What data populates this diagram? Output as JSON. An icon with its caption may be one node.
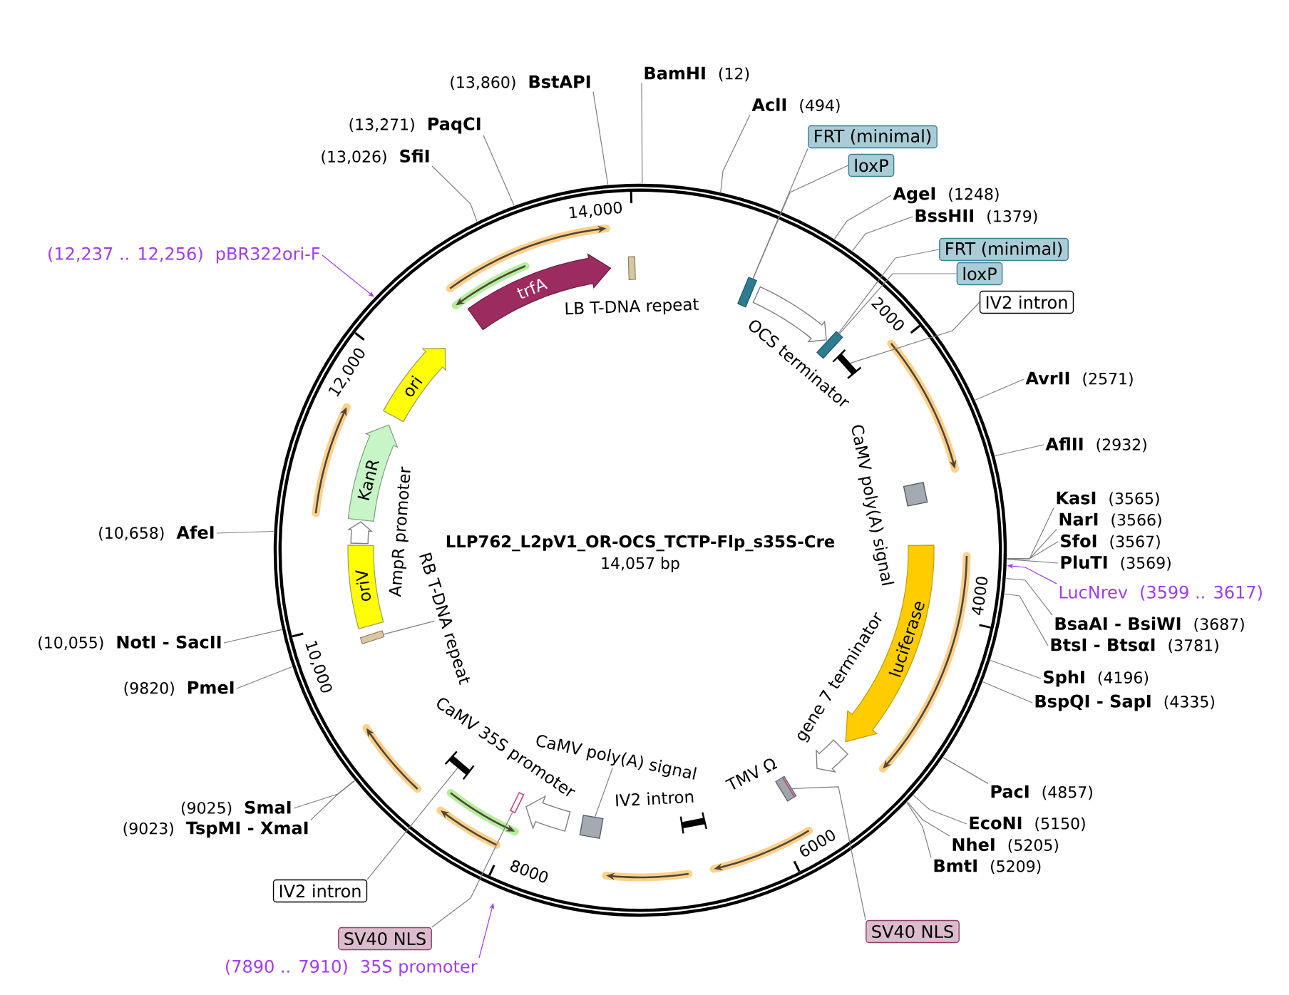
{
  "diagram": {
    "title": "LLP762_L2pV1_OR-OCS_TCTP-Flp_s35S-Cre",
    "nodes": [
      {
        "text": [
          "BamHI",
          "(12)"
        ]
      },
      {
        "text": [
          "AclI",
          "(494)"
        ]
      },
      {
        "text": [
          "AgeI",
          "(1248)"
        ]
      },
      {
        "text": [
          "BssHII",
          "(1379)"
        ]
      },
      {
        "text": [
          "AvrII",
          "(2571)"
        ]
      },
      {
        "text": [
          "AflII",
          "(2932)"
        ]
      },
      {
        "text": [
          "KasI",
          "(3565)"
        ]
      },
      {
        "text": [
          "NarI",
          "(3566)"
        ]
      },
      {
        "text": [
          "SfoI",
          "(3567)"
        ]
      },
      {
        "text": [
          "PluTI",
          "(3569)"
        ]
      },
      {
        "text": [
          "BsaAI - BsiWI",
          "(3687)"
        ]
      },
      {
        "text": [
          "BtsI - BtsαI",
          "(3781)"
        ]
      },
      {
        "text": [
          "SphI",
          "(4196)"
        ]
      },
      {
        "text": [
          "BspQI - SapI",
          "(4335)"
        ]
      },
      {
        "text": [
          "PacI",
          "(4857)"
        ]
      },
      {
        "text": [
          "EcoNI",
          "(5150)"
        ]
      },
      {
        "text": [
          "NheI",
          "(5205)"
        ]
      },
      {
        "text": [
          "BmtI",
          "(5209)"
        ]
      },
      {
        "text": [
          "(9023)",
          "TspMI - XmaI"
        ]
      },
      {
        "text": [
          "(9025)",
          "SmaI"
        ]
      },
      {
        "text": [
          "(9820)",
          "PmeI"
        ]
      },
      {
        "text": [
          "(10,055)",
          "NotI - SacII"
        ]
      },
      {
        "text": [
          "(10,658)",
          "AfeI"
        ]
      },
      {
        "text": [
          "(13,026)",
          "SfiI"
        ]
      },
      {
        "text": [
          "(13,271)",
          "PaqCI"
        ]
      },
      {
        "text": [
          "(13,860)",
          "BstAPI"
        ]
      },
      {
        "text": [
          "(12,237 .. 12,256)",
          "pBR322ori-F"
        ]
      },
      {
        "text": [
          "LucNrev",
          "(3599 .. 3617)"
        ]
      },
      {
        "text": [
          "(7890 .. 7910)",
          "35S promoter"
        ]
      },
      {
        "text": [
          "FRT (minimal)"
        ]
      },
      {
        "text": [
          "loxP"
        ]
      },
      {
        "text": [
          "FRT (minimal)"
        ]
      },
      {
        "text": [
          "loxP"
        ]
      },
      {
        "text": [
          "IV2 intron"
        ]
      },
      {
        "text": [
          "SV40 NLS"
        ]
      },
      {
        "text": [
          "SV40 NLS"
        ]
      },
      {
        "text": [
          "IV2 intron"
        ]
      },
      {
        "text": [],
        "shape": "bar"
      },
      {
        "text": [],
        "shape": "bar"
      },
      {
        "text": [],
        "shape": "arrow",
        "beside": [
          "OCS terminator"
        ]
      },
      {
        "text": [],
        "shape": "bar"
      },
      {
        "text": [],
        "shape": "bar"
      },
      {
        "text": [],
        "shape": "box",
        "beside": [
          "CaMV poly(A) signal"
        ]
      },
      {
        "text": [
          "luciferase"
        ]
      },
      {
        "text": [],
        "shape": "arrow",
        "beside": [
          "gene 7 terminator"
        ]
      },
      {
        "text": [],
        "shape": "bar",
        "beside": [
          "TMV Ω"
        ]
      },
      {
        "text": [],
        "shape": "bar",
        "beside": [
          "IV2 intron"
        ]
      },
      {
        "text": [],
        "shape": "box"
      },
      {
        "text": [],
        "shape": "arrow",
        "beside": [
          "CaMV 35S promoter"
        ]
      },
      {
        "text": [],
        "shape": "bar"
      },
      {
        "text": [],
        "shape": "bar"
      },
      {
        "text": [],
        "shape": "bar"
      },
      {
        "text": [
          "oriV"
        ]
      },
      {
        "text": [],
        "shape": "arrow"
      },
      {
        "text": [
          "KanR"
        ]
      },
      {
        "text": [
          "ori"
        ]
      },
      {
        "text": [
          "trfA"
        ]
      },
      {
        "text": [
          "CaMV poly(A) signal"
        ]
      },
      {
        "text": [
          "RB T-DNA repeat"
        ]
      }
    ],
    "edges": [
      {
        "from": 0,
        "to": null,
        "arrow": "none"
      },
      {
        "from": 1,
        "to": null,
        "arrow": "none"
      },
      {
        "from": 2,
        "to": null,
        "arrow": "none"
      },
      {
        "from": 3,
        "to": null,
        "arrow": "none"
      },
      {
        "from": 4,
        "to": null,
        "arrow": "none"
      },
      {
        "from": 5,
        "to": null,
        "arrow": "none"
      },
      {
        "from": 6,
        "to": null,
        "arrow": "none"
      },
      {
        "from": 7,
        "to": null,
        "arrow": "none"
      },
      {
        "from": 8,
        "to": null,
        "arrow": "none"
      },
      {
        "from": 9,
        "to": null,
        "arrow": "none"
      },
      {
        "from": 10,
        "to": null,
        "arrow": "none"
      },
      {
        "from": 11,
        "to": null,
        "arrow": "none"
      },
      {
        "from": 12,
        "to": null,
        "arrow": "none"
      },
      {
        "from": 13,
        "to": null,
        "arrow": "none"
      },
      {
        "from": 14,
        "to": null,
        "arrow": "none"
      },
      {
        "from": 15,
        "to": null,
        "arrow": "none"
      },
      {
        "from": 16,
        "to": null,
        "arrow": "none"
      },
      {
        "from": 17,
        "to": null,
        "arrow": "none"
      },
      {
        "from": 18,
        "to": null,
        "arrow": "none"
      },
      {
        "from": 19,
        "to": null,
        "arrow": "none"
      },
      {
        "from": 20,
        "to": null,
        "arrow": "none"
      },
      {
        "from": 21,
        "to": null,
        "arrow": "none"
      },
      {
        "from": 22,
        "to": null,
        "arrow": "none"
      },
      {
        "from": 23,
        "to": null,
        "arrow": "none"
      },
      {
        "from": 24,
        "to": null,
        "arrow": "none"
      },
      {
        "from": 25,
        "to": null,
        "arrow": "none"
      },
      {
        "from": 26,
        "to": null,
        "arrow": "to",
        "color": "#a13cf2"
      },
      {
        "from": 27,
        "to": null,
        "arrow": "to",
        "color": "#a13cf2"
      },
      {
        "from": 28,
        "to": null,
        "arrow": "to",
        "color": "#a13cf2"
      },
      {
        "from": 29,
        "to": 38,
        "arrow": "none"
      },
      {
        "from": 30,
        "to": 38,
        "arrow": "none"
      },
      {
        "from": 31,
        "to": 40,
        "arrow": "none"
      },
      {
        "from": 32,
        "to": 40,
        "arrow": "none"
      },
      {
        "from": 33,
        "to": 41,
        "arrow": "none"
      },
      {
        "from": 34,
        "to": 45,
        "arrow": "none"
      },
      {
        "from": 35,
        "to": 49,
        "arrow": "none"
      },
      {
        "from": 36,
        "to": 50,
        "arrow": "none"
      },
      {
        "from": 57,
        "to": 47,
        "arrow": "none"
      },
      {
        "from": 58,
        "to": 51,
        "arrow": "none"
      }
    ],
    "labels": [
      "14,057 bp",
      "14,000",
      "2000",
      "4000",
      "6000",
      "8000",
      "10,000",
      "12,000",
      "LB T-DNA repeat",
      "AmpR promoter"
    ]
  }
}
